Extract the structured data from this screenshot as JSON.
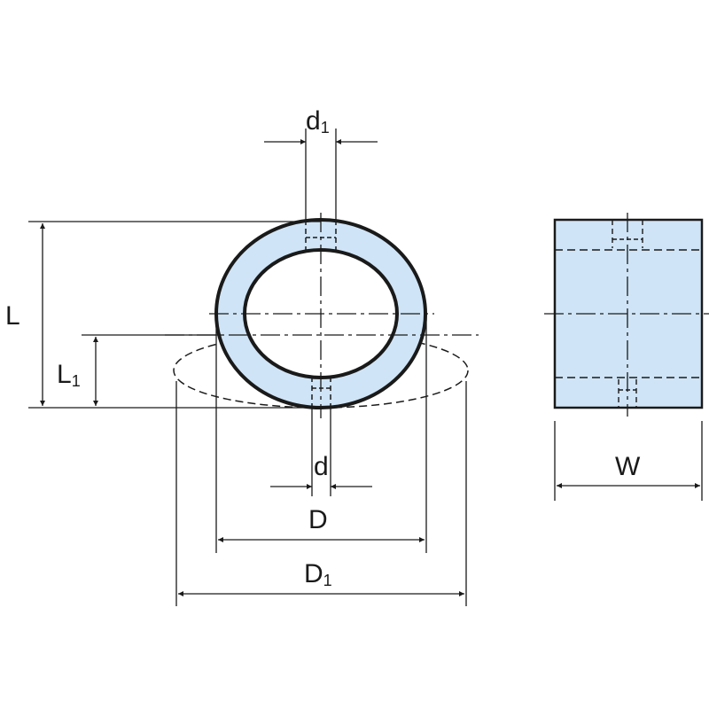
{
  "colors": {
    "fill": "#cfe4f6",
    "line": "#1a1a1a"
  },
  "labels": {
    "d1": {
      "main": "d",
      "sub": "1"
    },
    "L": {
      "main": "L"
    },
    "L1": {
      "main": "L",
      "sub": "1"
    },
    "d": {
      "main": "d"
    },
    "D": {
      "main": "D"
    },
    "D1": {
      "main": "D",
      "sub": "1"
    },
    "W": {
      "main": "W"
    }
  }
}
